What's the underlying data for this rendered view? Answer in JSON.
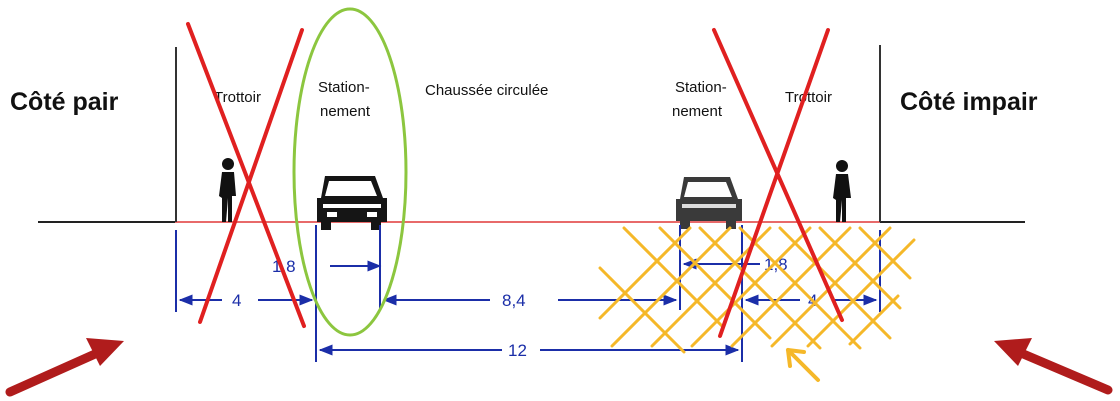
{
  "labels": {
    "left_side": "Côté pair",
    "right_side": "Côté impair",
    "trottoir_left": "Trottoir",
    "stationnement_left_line1": "Station-",
    "stationnement_left_line2": "nement",
    "chaussee": "Chaussée circulée",
    "stationnement_right_line1": "Station-",
    "stationnement_right_line2": "nement",
    "trottoir_right": "Trottoir"
  },
  "dimensions": {
    "sidewalk_left": "4",
    "parking_left": "1,8",
    "roadway": "8,4",
    "total": "12",
    "parking_right": "1,8",
    "sidewalk_right": "4"
  },
  "colors": {
    "dimension_lines": "#1b2ea8",
    "cross_out": "#e02020",
    "highlight_ellipse": "#8cc63f",
    "hatch": "#f5b829",
    "arrows": "#b01c1c",
    "road_surface": "#e86a6a"
  },
  "icons": [
    "pedestrian-icon",
    "car-front-icon",
    "red-x-mark",
    "arrow-icon"
  ]
}
